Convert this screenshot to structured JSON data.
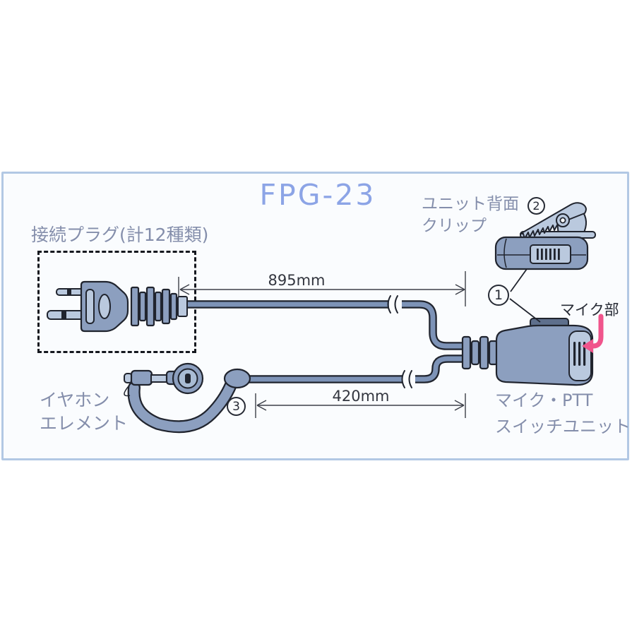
{
  "title": "FPG-23",
  "labels": {
    "plug": "接続プラグ(計12種類)",
    "rear_clip_line1": "ユニット背面",
    "rear_clip_line2": "クリップ",
    "mic_part": "マイク部",
    "earphone_line1": "イヤホン",
    "earphone_line2": "エレメント",
    "ptt_unit_line1": "マイク・PTT",
    "ptt_unit_line2": "スイッチユニット"
  },
  "dimensions": {
    "plug_cable_length": "895mm",
    "earphone_cable_length": "420mm"
  },
  "callouts": {
    "one": "1",
    "two": "2",
    "three": "3"
  },
  "colors": {
    "accent_title": "#8ca4e6",
    "label_text": "#848eab",
    "panel_border": "#b2c8e4",
    "panel_bg": "#fafcfe",
    "outline": "#20242e",
    "body_medium": "#8c9fbf",
    "body_light": "#bac9de",
    "cable": "#7d93b7",
    "dark_accent": "#5e6f8c",
    "pink_arrow": "#f0558c",
    "dim_text": "#33363f"
  }
}
